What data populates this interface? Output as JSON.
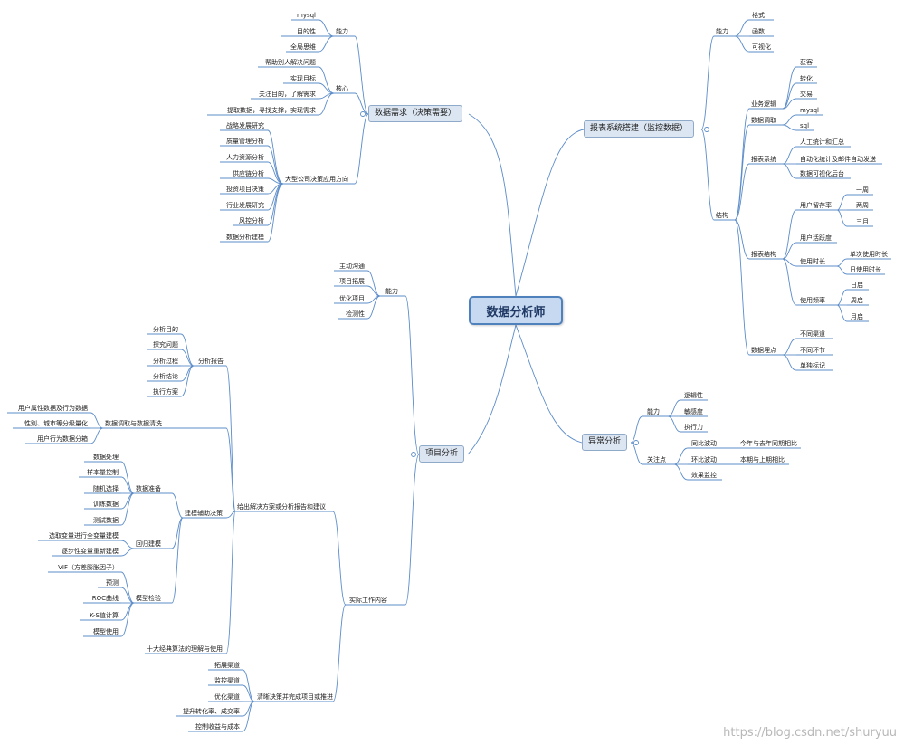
{
  "central": "数据分析师",
  "watermark": "https://blog.csdn.net/shuryuu",
  "main": {
    "needs": "数据需求（决策需要）",
    "report": "报表系统搭建（监控数据）",
    "anomaly": "异常分析",
    "project": "项目分析"
  },
  "needs": {
    "ability": "能力",
    "a1": "mysql",
    "a2": "目的性",
    "a3": "全局思维",
    "core": "核心",
    "c1": "帮助别人解决问题",
    "c2": "实现目标",
    "c3": "关注目的，了解需求",
    "c4": "提取数据，寻找支撑，实现需求",
    "dir": "大型公司决策应用方向",
    "d1": "战略发展研究",
    "d2": "质量管理分析",
    "d3": "人力资源分析",
    "d4": "供应链分析",
    "d5": "投资项目决策",
    "d6": "行业发展研究",
    "d7": "风控分析",
    "d8": "数据分析建模"
  },
  "report": {
    "ability": "能力",
    "a1": "格式",
    "a2": "函数",
    "a3": "可视化",
    "structure": "结构",
    "biz": "业务逻辑",
    "b1": "获客",
    "b2": "转化",
    "b3": "交易",
    "fetch": "数据调取",
    "f1": "mysql",
    "f2": "sql",
    "sys": "报表系统",
    "s1": "人工统计和汇总",
    "s2": "自动化统计及邮件自动发送",
    "s3": "数据可视化后台",
    "rs": "报表结构",
    "rs1": "用户留存率",
    "r1": "一周",
    "r2": "两周",
    "r3": "三月",
    "rs2": "用户活跃度",
    "rs3": "使用时长",
    "t1": "单次使用时长",
    "t2": "日使用时长",
    "rs4": "使用频率",
    "q1": "日启",
    "q2": "周启",
    "q3": "月启",
    "track": "数据埋点",
    "k1": "不同渠道",
    "k2": "不同环节",
    "k3": "单独标记"
  },
  "anomaly": {
    "ability": "能力",
    "a1": "逻辑性",
    "a2": "敏感度",
    "a3": "执行力",
    "focus": "关注点",
    "yoy": "同比波动",
    "yoy_d": "今年与去年同期相比",
    "mom": "环比波动",
    "mom_d": "本期与上期相比",
    "eff": "效果监控"
  },
  "project": {
    "ability": "能力",
    "p1": "主动沟通",
    "p2": "项目拓展",
    "p3": "优化项目",
    "p4": "检测性",
    "work": "实际工作内容",
    "give": "给出解决方案或分析报告和建议",
    "rep": "分析报告",
    "e1": "分析目的",
    "e2": "探究问题",
    "e3": "分析过程",
    "e4": "分析结论",
    "e5": "执行方案",
    "clean": "数据调取与数据清洗",
    "g1": "用户属性数据及行为数据",
    "g2": "性别、城市等分级量化",
    "g3": "用户行为数据分箱",
    "model": "建模辅助决策",
    "prep": "数据准备",
    "m1": "数据处理",
    "m2": "样本量控制",
    "m3": "随机选择",
    "m4": "训练数据",
    "m5": "测试数据",
    "reg": "回归建模",
    "h1": "选取变量进行全变量建模",
    "h2": "逐步性变量重新建模",
    "check": "模型检验",
    "v1": "VIF（方差膨胀因子）",
    "v2": "预测",
    "v3": "ROC曲线",
    "v4": "K-S值计算",
    "v5": "模型使用",
    "algo": "十大经典算法的理解与使用",
    "push": "清晰决策并完成项目或推进",
    "w1": "拓展渠道",
    "w2": "监控渠道",
    "w3": "优化渠道",
    "w4": "提升转化率、成交率",
    "w5": "控制收益与成本"
  }
}
